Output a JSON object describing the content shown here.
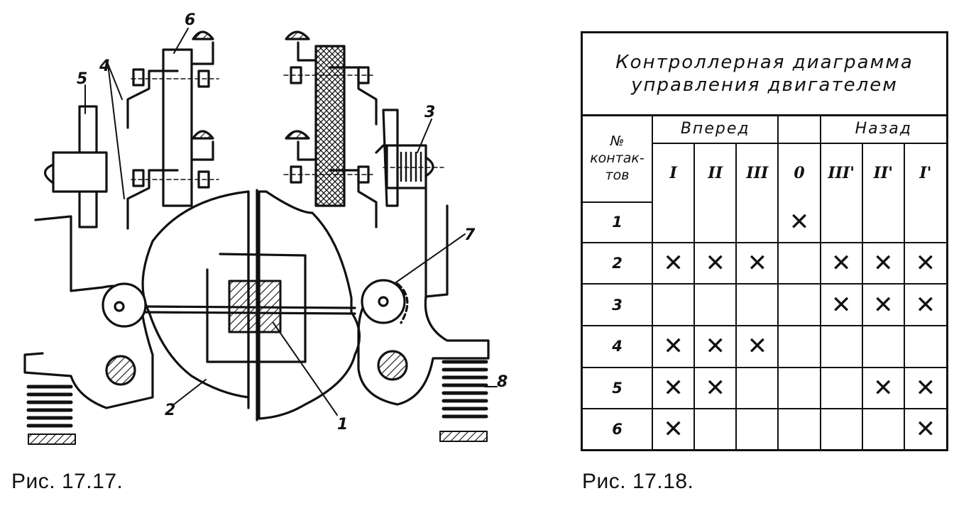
{
  "figure_left": {
    "labels": [
      "1",
      "2",
      "3",
      "4",
      "5",
      "6",
      "7",
      "8"
    ],
    "caption": "Рис. 17.17."
  },
  "figure_right": {
    "title_line_1": "Контроллерная диаграмма",
    "title_line_2": "управления двигателем",
    "corner_header": [
      "№",
      "контак-",
      "тов"
    ],
    "group_forward": "Вперед",
    "group_backward": "Назад",
    "positions": [
      "I",
      "II",
      "III",
      "0",
      "III'",
      "II'",
      "I'"
    ],
    "mark_symbol": "✕",
    "rows": [
      {
        "contact": "1",
        "marks": [
          "",
          "",
          "",
          "✕",
          "",
          "",
          ""
        ]
      },
      {
        "contact": "2",
        "marks": [
          "✕",
          "✕",
          "✕",
          "",
          "✕",
          "✕",
          "✕"
        ]
      },
      {
        "contact": "3",
        "marks": [
          "",
          "",
          "",
          "",
          "✕",
          "✕",
          "✕"
        ]
      },
      {
        "contact": "4",
        "marks": [
          "✕",
          "✕",
          "✕",
          "",
          "",
          "",
          ""
        ]
      },
      {
        "contact": "5",
        "marks": [
          "✕",
          "✕",
          "",
          "",
          "",
          "✕",
          "✕"
        ]
      },
      {
        "contact": "6",
        "marks": [
          "✕",
          "",
          "",
          "",
          "",
          "",
          "✕"
        ]
      }
    ],
    "caption": "Рис. 17.18."
  }
}
